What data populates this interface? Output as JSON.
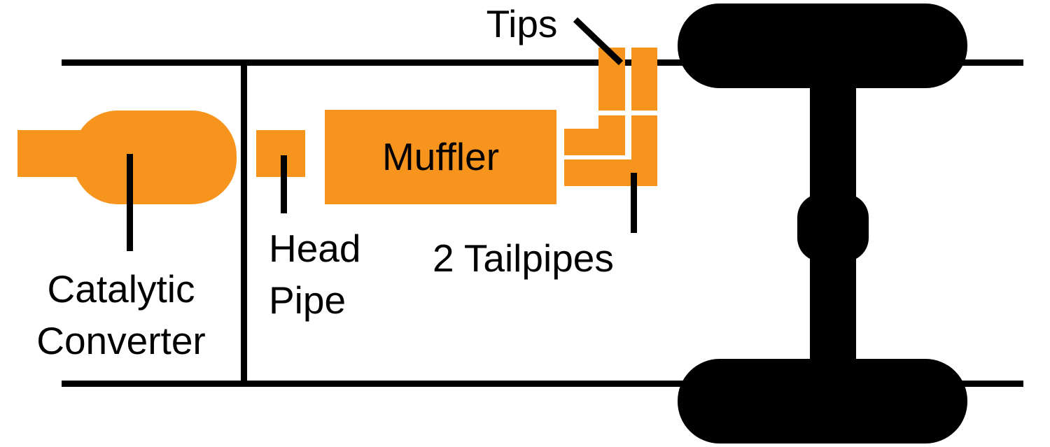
{
  "diagram": {
    "colors": {
      "part": "#F7941E",
      "frame": "#000000",
      "background": "#FFFFFF"
    },
    "labels": {
      "tips": "Tips",
      "muffler": "Muffler",
      "head_pipe": [
        "Head",
        "Pipe"
      ],
      "tailpipes": "2 Tailpipes",
      "catalytic_converter": [
        "Catalytic",
        "Converter"
      ]
    }
  }
}
